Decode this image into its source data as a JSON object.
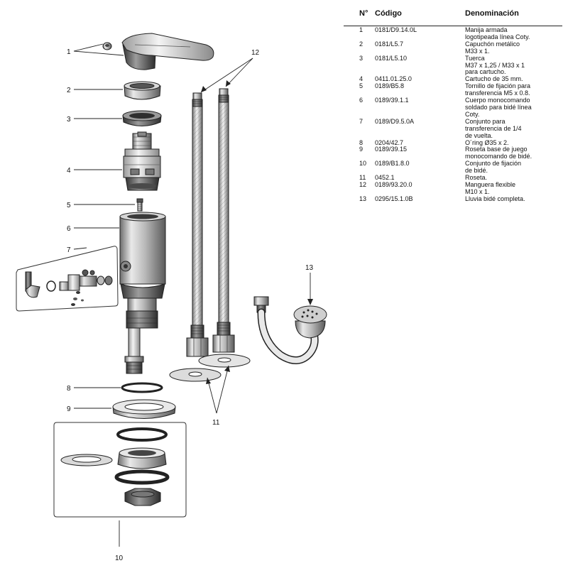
{
  "table": {
    "header": {
      "num": "N°",
      "code": "Código",
      "desc": "Denominación"
    },
    "rows": [
      {
        "num": "1",
        "code": "0181/D9.14.0L",
        "desc": "Manija armada\nlogotipeada línea Coty."
      },
      {
        "num": "2",
        "code": "0181/L5.7",
        "desc": "Capuchón metálico\nM33 x 1."
      },
      {
        "num": "3",
        "code": "0181/L5.10",
        "desc": "Tuerca\nM37 x 1,25 / M33 x 1\npara cartucho."
      },
      {
        "num": "4",
        "code": "0411.01.25.0",
        "desc": "Cartucho de 35 mm."
      },
      {
        "num": "5",
        "code": "0189/B5.8",
        "desc": "Tornillo de fijación para\ntransferencia M5 x 0.8."
      },
      {
        "num": "6",
        "code": "0189/39.1.1",
        "desc": "Cuerpo monocomando\nsoldado para bidé línea\nCoty."
      },
      {
        "num": "7",
        "code": "0189/D9.5.0A",
        "desc": "Conjunto para\ntransferencia de 1/4\nde vuelta."
      },
      {
        "num": "8",
        "code": "0204/42.7",
        "desc": "O´ring Ø35 x 2."
      },
      {
        "num": "9",
        "code": "0189/39.15",
        "desc": "Roseta base de juego\nmonocomando de bidé."
      },
      {
        "num": "10",
        "code": "0189/B1.8.0",
        "desc": "Conjunto de fijación\nde bidé."
      },
      {
        "num": "11",
        "code": "0452.1",
        "desc": "Roseta."
      },
      {
        "num": "12",
        "code": "0189/93.20.0",
        "desc": "Manguera flexible\nM10 x 1."
      },
      {
        "num": "13",
        "code": "0295/15.1.0B",
        "desc": "Lluvia bidé completa."
      }
    ]
  },
  "callouts": {
    "c1": "1",
    "c2": "2",
    "c3": "3",
    "c4": "4",
    "c5": "5",
    "c6": "6",
    "c7": "7",
    "c8": "8",
    "c9": "9",
    "c10": "10",
    "c11": "11",
    "c12": "12",
    "c13": "13"
  }
}
